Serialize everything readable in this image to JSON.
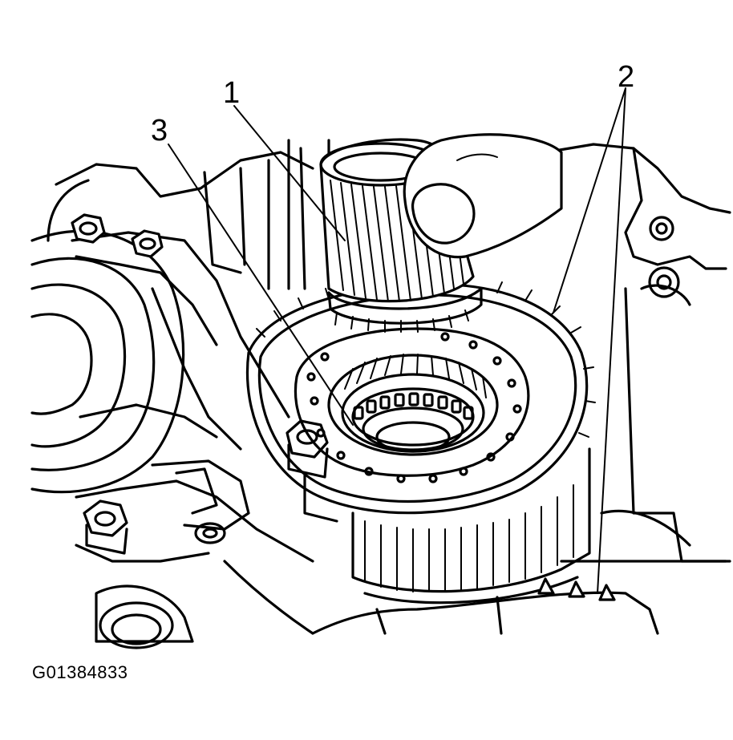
{
  "figure": {
    "id_label": "G01384833",
    "callouts": [
      {
        "key": "c1",
        "label": "1"
      },
      {
        "key": "c2",
        "label": "2"
      },
      {
        "key": "c3",
        "label": "3"
      }
    ],
    "ink_color": "#000000",
    "paper_color": "#ffffff"
  }
}
